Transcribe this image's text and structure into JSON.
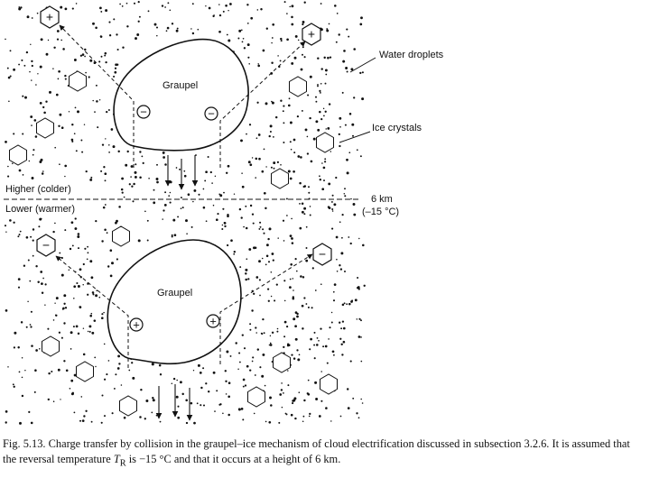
{
  "diagram": {
    "upper_region": {
      "particle_label": "Graupel",
      "particle_charge": "−",
      "crystal_charge": "+"
    },
    "lower_region": {
      "particle_label": "Graupel",
      "particle_charge": "+",
      "crystal_charge": "−"
    },
    "labels": {
      "water_droplets": "Water droplets",
      "ice_crystals": "Ice crystals",
      "higher": "Higher (colder)",
      "lower": "Lower (warmer)",
      "height": "6 km",
      "temperature": "(–15 °C)"
    }
  },
  "caption": {
    "fig_number": "Fig. 5.13.",
    "part1": " Charge transfer by collision in the graupel–ice mechanism of cloud electrification discussed in subsection 3.2.6. It is assumed that the reversal temperature ",
    "symbol": "T",
    "subscript": "R",
    "part2": " is −15 °C and that it occurs at a height of 6 km."
  }
}
